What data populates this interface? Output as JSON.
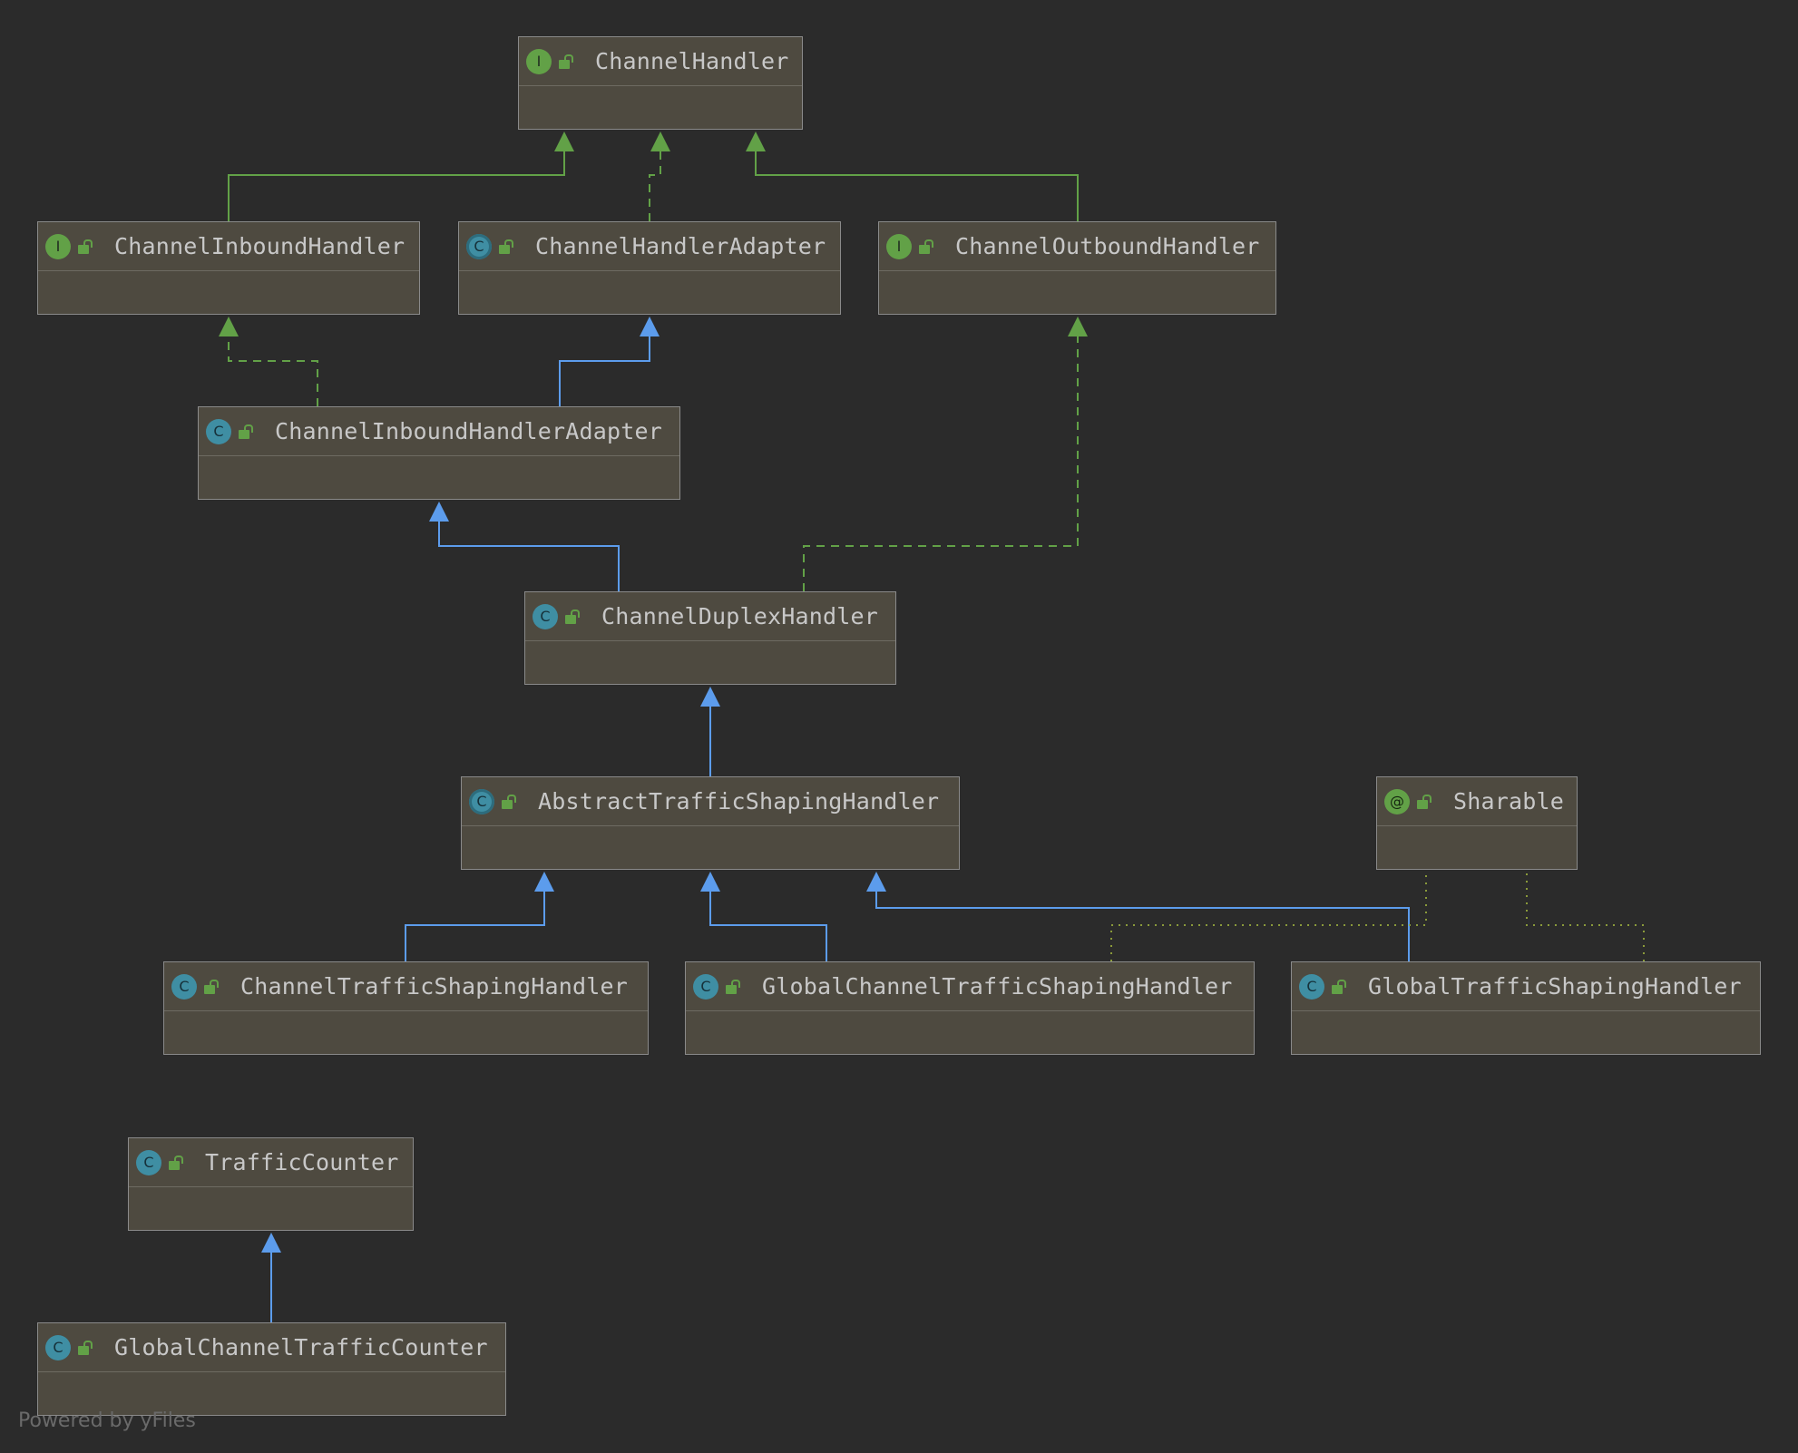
{
  "nodes": {
    "channel_handler": {
      "name": "ChannelHandler",
      "kind": "interface",
      "kind_glyph": "I"
    },
    "channel_inbound_handler": {
      "name": "ChannelInboundHandler",
      "kind": "interface",
      "kind_glyph": "I"
    },
    "channel_handler_adapter": {
      "name": "ChannelHandlerAdapter",
      "kind": "abstract-class",
      "kind_glyph": "C"
    },
    "channel_outbound_handler": {
      "name": "ChannelOutboundHandler",
      "kind": "interface",
      "kind_glyph": "I"
    },
    "channel_inbound_handler_adapter": {
      "name": "ChannelInboundHandlerAdapter",
      "kind": "class",
      "kind_glyph": "C"
    },
    "channel_duplex_handler": {
      "name": "ChannelDuplexHandler",
      "kind": "class",
      "kind_glyph": "C"
    },
    "abstract_traffic_shaping_handler": {
      "name": "AbstractTrafficShapingHandler",
      "kind": "abstract-class",
      "kind_glyph": "C"
    },
    "sharable": {
      "name": "Sharable",
      "kind": "annotation",
      "kind_glyph": "@"
    },
    "channel_traffic_shaping_handler": {
      "name": "ChannelTrafficShapingHandler",
      "kind": "class",
      "kind_glyph": "C"
    },
    "global_channel_traffic_shaping_handler": {
      "name": "GlobalChannelTrafficShapingHandler",
      "kind": "class",
      "kind_glyph": "C"
    },
    "global_traffic_shaping_handler": {
      "name": "GlobalTrafficShapingHandler",
      "kind": "class",
      "kind_glyph": "C"
    },
    "traffic_counter": {
      "name": "TrafficCounter",
      "kind": "class",
      "kind_glyph": "C"
    },
    "global_channel_traffic_counter": {
      "name": "GlobalChannelTrafficCounter",
      "kind": "class",
      "kind_glyph": "C"
    }
  },
  "edges": [
    {
      "from": "channel_inbound_handler",
      "to": "channel_handler",
      "type": "interface-extends"
    },
    {
      "from": "channel_handler_adapter",
      "to": "channel_handler",
      "type": "implements"
    },
    {
      "from": "channel_outbound_handler",
      "to": "channel_handler",
      "type": "interface-extends"
    },
    {
      "from": "channel_inbound_handler_adapter",
      "to": "channel_inbound_handler",
      "type": "implements"
    },
    {
      "from": "channel_inbound_handler_adapter",
      "to": "channel_handler_adapter",
      "type": "extends"
    },
    {
      "from": "channel_duplex_handler",
      "to": "channel_inbound_handler_adapter",
      "type": "extends"
    },
    {
      "from": "channel_duplex_handler",
      "to": "channel_outbound_handler",
      "type": "implements"
    },
    {
      "from": "abstract_traffic_shaping_handler",
      "to": "channel_duplex_handler",
      "type": "extends"
    },
    {
      "from": "channel_traffic_shaping_handler",
      "to": "abstract_traffic_shaping_handler",
      "type": "extends"
    },
    {
      "from": "global_channel_traffic_shaping_handler",
      "to": "abstract_traffic_shaping_handler",
      "type": "extends"
    },
    {
      "from": "global_traffic_shaping_handler",
      "to": "abstract_traffic_shaping_handler",
      "type": "extends"
    },
    {
      "from": "global_channel_traffic_shaping_handler",
      "to": "sharable",
      "type": "annotated-with"
    },
    {
      "from": "global_traffic_shaping_handler",
      "to": "sharable",
      "type": "annotated-with"
    },
    {
      "from": "global_channel_traffic_counter",
      "to": "traffic_counter",
      "type": "extends"
    }
  ],
  "colors": {
    "background": "#2b2b2b",
    "extends": "#5c9cec",
    "implements": "#62a147",
    "annotation": "#8a9a3a",
    "node_fill": "#4e4a40"
  },
  "footer": "Powered by yFiles"
}
